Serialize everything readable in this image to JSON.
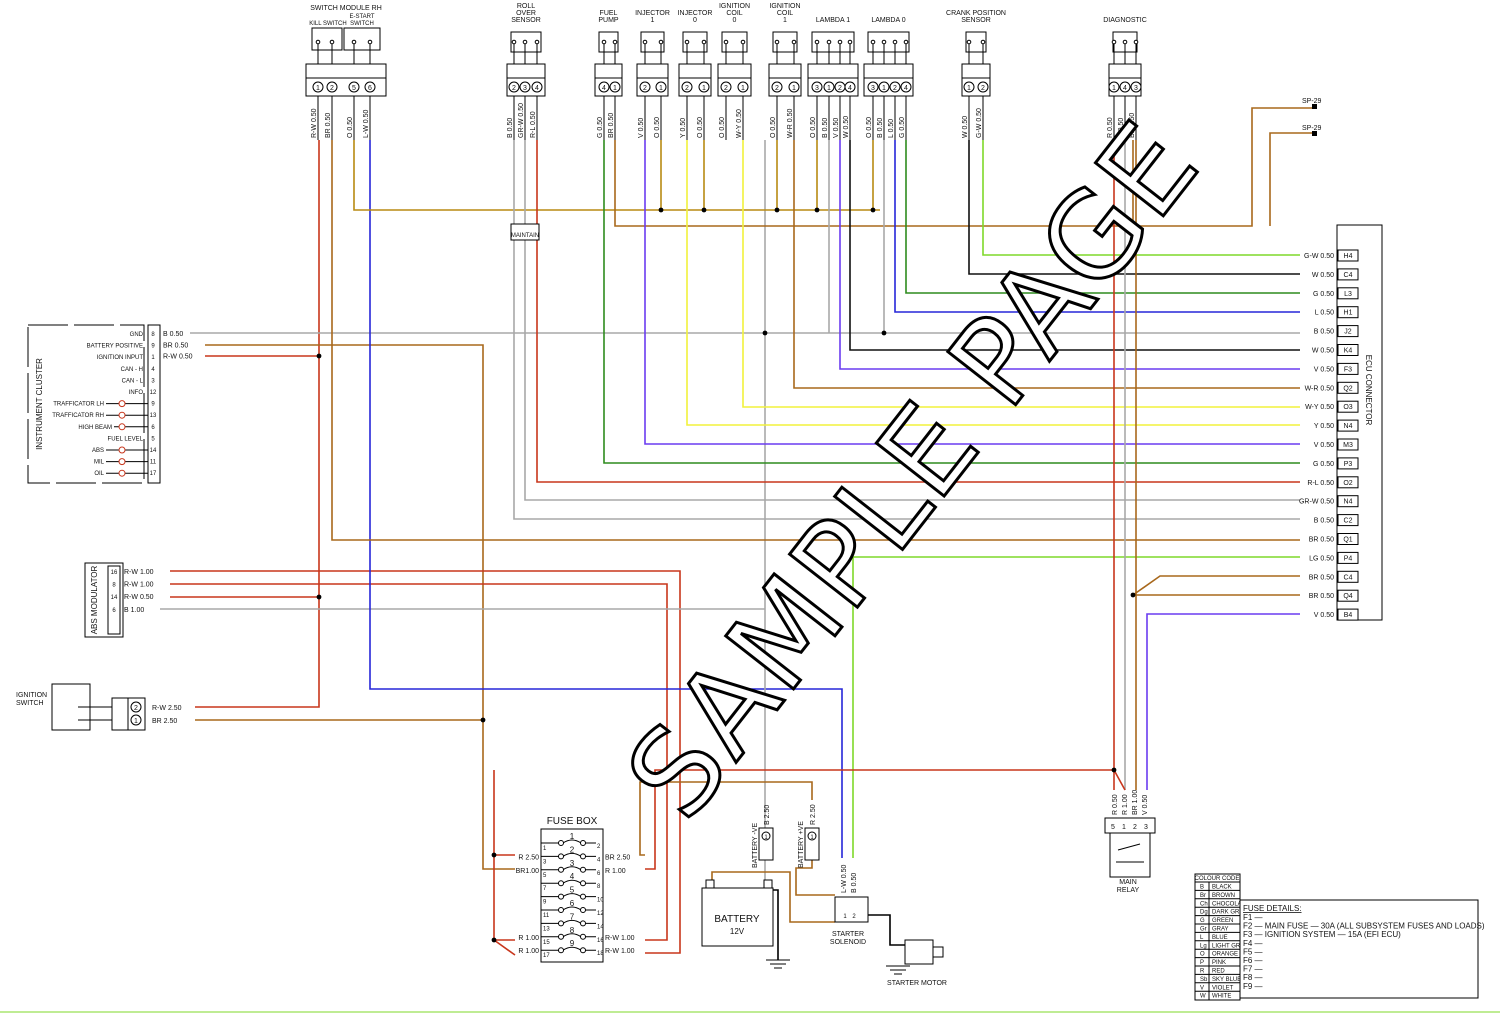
{
  "watermark": "SAMPLE PAGE",
  "colors": {
    "R": "#c8361c",
    "BR": "#a8681c",
    "O": "#b88a12",
    "B": "#a8a8a8",
    "W": "#111111",
    "G": "#2e8c1e",
    "LG": "#7fd82a",
    "V": "#6a3cf0",
    "Y": "#f2f23c",
    "L": "#2626d8",
    "K": "#000000"
  },
  "connectors": [
    {
      "title": [
        "SWITCH MODULE RH"
      ],
      "sub": [
        "KILL SWITCH",
        "E-START",
        "SWITCH"
      ],
      "pins": [
        "1",
        "2",
        "5",
        "6"
      ],
      "wires": [
        "R-W 0.50",
        "BR 0.50",
        "O 0.50",
        "L-W 0.50"
      ]
    },
    {
      "title": [
        "ROLL",
        "OVER",
        "SENSOR"
      ],
      "pins": [
        "2",
        "3",
        "4"
      ],
      "wires": [
        "B 0.50",
        "GR-W 0.50",
        "R-L 0.50"
      ]
    },
    {
      "title": [
        "FUEL",
        "PUMP"
      ],
      "pins": [
        "4",
        "1"
      ],
      "wires": [
        "G 0.50",
        "BR 0.50"
      ]
    },
    {
      "title": [
        "INJECTOR",
        "1"
      ],
      "pins": [
        "2",
        "1"
      ],
      "wires": [
        "V 0.50",
        "O 0.50"
      ]
    },
    {
      "title": [
        "INJECTOR",
        "0"
      ],
      "pins": [
        "2",
        "1"
      ],
      "wires": [
        "Y 0.50",
        "O 0.50"
      ]
    },
    {
      "title": [
        "IGNITION",
        "COIL",
        "0"
      ],
      "pins": [
        "2",
        "1"
      ],
      "wires": [
        "O 0.50",
        "W-Y 0.50"
      ]
    },
    {
      "title": [
        "IGNITION",
        "COIL",
        "1"
      ],
      "pins": [
        "2",
        "1"
      ],
      "wires": [
        "O 0.50",
        "W-R 0.50"
      ]
    },
    {
      "title": [
        "LAMBDA 1"
      ],
      "pins": [
        "3",
        "1",
        "2",
        "4"
      ],
      "wires": [
        "O 0.50",
        "B 0.50",
        "V 0.50",
        "W 0.50"
      ]
    },
    {
      "title": [
        "LAMBDA 0"
      ],
      "pins": [
        "3",
        "1",
        "2",
        "4"
      ],
      "wires": [
        "O 0.50",
        "B 0.50",
        "L 0.50",
        "G 0.50"
      ]
    },
    {
      "title": [
        "CRANK POSITION",
        "SENSOR"
      ],
      "pins": [
        "1",
        "2"
      ],
      "wires": [
        "W 0.50",
        "G-W 0.50"
      ]
    },
    {
      "title": [
        "DIAGNOSTIC"
      ],
      "pins": [
        "1",
        "4",
        "3"
      ],
      "wires": [
        "R 0.50",
        "B 0.50",
        "BR 0.50"
      ]
    }
  ],
  "splices": [
    "SP-29",
    "SP-29"
  ],
  "maintain_label": "MAINTAIN",
  "ecu": {
    "label": "ECU CONNECTOR",
    "pins": [
      {
        "code": "H4",
        "wire": "G-W 0.50"
      },
      {
        "code": "C4",
        "wire": "W 0.50"
      },
      {
        "code": "L3",
        "wire": "G 0.50"
      },
      {
        "code": "H1",
        "wire": "L 0.50"
      },
      {
        "code": "J2",
        "wire": "B 0.50"
      },
      {
        "code": "K4",
        "wire": "W 0.50"
      },
      {
        "code": "F3",
        "wire": "V 0.50"
      },
      {
        "code": "Q2",
        "wire": "W-R 0.50"
      },
      {
        "code": "O3",
        "wire": "W-Y 0.50"
      },
      {
        "code": "N4",
        "wire": "Y 0.50"
      },
      {
        "code": "M3",
        "wire": "V 0.50"
      },
      {
        "code": "P3",
        "wire": "G 0.50"
      },
      {
        "code": "O2",
        "wire": "R-L 0.50"
      },
      {
        "code": "N4",
        "wire": "GR-W 0.50"
      },
      {
        "code": "C2",
        "wire": "B 0.50"
      },
      {
        "code": "Q1",
        "wire": "BR 0.50"
      },
      {
        "code": "P4",
        "wire": "LG 0.50"
      },
      {
        "code": "C4",
        "wire": "BR 0.50"
      },
      {
        "code": "Q4",
        "wire": "BR 0.50"
      },
      {
        "code": "B4",
        "wire": "V 0.50"
      }
    ]
  },
  "cluster": {
    "title": "INSTRUMENT CLUSTER",
    "rows": [
      {
        "label": "GND",
        "pin": "8"
      },
      {
        "label": "BATTERY POSITIVE",
        "pin": "9"
      },
      {
        "label": "IGNITION INPUT",
        "pin": "1"
      },
      {
        "label": "CAN - H",
        "pin": "4"
      },
      {
        "label": "CAN - L",
        "pin": "3"
      },
      {
        "label": "INFO",
        "pin": "12"
      },
      {
        "label": "TRAFFICATOR LH",
        "pin": "9"
      },
      {
        "label": "TRAFFICATOR RH",
        "pin": "13"
      },
      {
        "label": "HIGH BEAM",
        "pin": "6"
      },
      {
        "label": "FUEL LEVEL",
        "pin": "5"
      },
      {
        "label": "ABS",
        "pin": "14"
      },
      {
        "label": "MIL",
        "pin": "11"
      },
      {
        "label": "OIL",
        "pin": "17"
      }
    ],
    "wires": [
      "B 0.50",
      "BR 0.50",
      "R-W 0.50"
    ]
  },
  "abs": {
    "title": "ABS MODULATOR",
    "rows": [
      {
        "pin": "16",
        "wire": "R-W 1.00"
      },
      {
        "pin": "8",
        "wire": "R-W 1.00"
      },
      {
        "pin": "14",
        "wire": "R-W 0.50"
      },
      {
        "pin": "6",
        "wire": "B 1.00"
      }
    ]
  },
  "ignition": {
    "title": [
      "IGNITION",
      "SWITCH"
    ],
    "rows": [
      {
        "pin": "2",
        "wire": "R-W 2.50"
      },
      {
        "pin": "1",
        "wire": "BR 2.50"
      }
    ]
  },
  "fusebox": {
    "title": "FUSE BOX",
    "fuses": [
      "1",
      "2",
      "3",
      "4",
      "5",
      "6",
      "7",
      "8",
      "9"
    ],
    "left_pins": [
      "1",
      "3",
      "5",
      "7",
      "9",
      "11",
      "13",
      "15",
      "17"
    ],
    "right_pins": [
      "2",
      "4",
      "6",
      "8",
      "10",
      "12",
      "14",
      "16",
      "18"
    ],
    "left_wires": [
      {
        "row": 1,
        "label": "R 2.50"
      },
      {
        "row": 2,
        "label": "BR1.00"
      },
      {
        "row": 7,
        "label": "R 1.00"
      },
      {
        "row": 8,
        "label": "R 1.00"
      }
    ],
    "right_wires": [
      {
        "row": 1,
        "label": "BR 2.50"
      },
      {
        "row": 2,
        "label": "R 1.00"
      },
      {
        "row": 7,
        "label": "R-W 1.00"
      },
      {
        "row": 8,
        "label": "R-W 1.00"
      }
    ]
  },
  "battery": {
    "label": "BATTERY",
    "voltage": "12V",
    "neg_label": "BATTERY -VE",
    "neg_wire": "B 2.50",
    "pos_label": "BATTERY +VE",
    "pos_wire": "R 2.50",
    "pin": "1"
  },
  "solenoid": {
    "label": [
      "STARTER",
      "SOLENOID"
    ],
    "pins": [
      "1",
      "2"
    ],
    "wires": [
      "L-W 0.50",
      "B 0.50"
    ]
  },
  "starter_motor": "STARTER MOTOR",
  "relay": {
    "label": [
      "MAIN",
      "RELAY"
    ],
    "pins": [
      "5",
      "1",
      "2",
      "3"
    ],
    "wires": [
      "R 0.50",
      "R 1.00",
      "BR 1.00",
      "V 0.50"
    ]
  },
  "colour_code": {
    "title": "COLOUR CODE",
    "rows": [
      {
        "code": "B",
        "name": "BLACK"
      },
      {
        "code": "Br",
        "name": "BROWN"
      },
      {
        "code": "Ch",
        "name": "CHOCOLATE"
      },
      {
        "code": "Dg",
        "name": "DARK GREEN"
      },
      {
        "code": "G",
        "name": "GREEN"
      },
      {
        "code": "Gr",
        "name": "GRAY"
      },
      {
        "code": "L",
        "name": "BLUE"
      },
      {
        "code": "Lg",
        "name": "LIGHT GREEN"
      },
      {
        "code": "O",
        "name": "ORANGE"
      },
      {
        "code": "P",
        "name": "PINK"
      },
      {
        "code": "R",
        "name": "RED"
      },
      {
        "code": "Sb",
        "name": "SKY BLUE"
      },
      {
        "code": "V",
        "name": "VIOLET"
      },
      {
        "code": "W",
        "name": "WHITE"
      }
    ]
  },
  "fuse_details": {
    "title": "FUSE DETAILS:",
    "lines": [
      "F1  —",
      "F2  —  MAIN FUSE  — 30A (ALL SUBSYSTEM FUSES AND LOADS)",
      "F3  —  IGNITION SYSTEM  — 15A (EFI ECU)",
      "F4  —",
      "F5  —",
      "F6  —",
      "F7  —",
      "F8  —",
      "F9  —"
    ]
  }
}
